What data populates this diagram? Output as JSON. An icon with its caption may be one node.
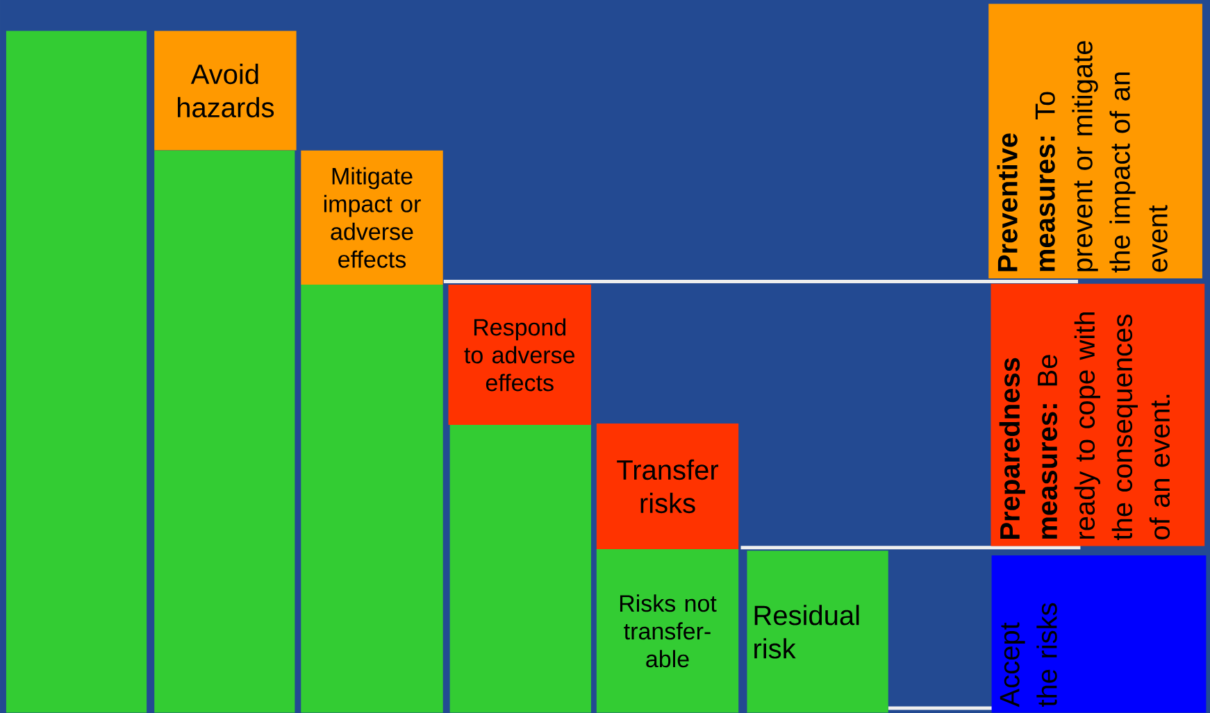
{
  "diagram": {
    "nodes": [
      {
        "text": [],
        "shape": "bar"
      },
      {
        "text": [
          "Avoid hazards"
        ]
      },
      {
        "text": [],
        "shape": "bar"
      },
      {
        "text": [
          "Mitigate impact or adverse effects"
        ]
      },
      {
        "text": [],
        "shape": "bar"
      },
      {
        "text": [
          "Respond to adverse effects"
        ]
      },
      {
        "text": [],
        "shape": "bar"
      },
      {
        "text": [
          "Transfer risks"
        ]
      },
      {
        "text": [
          "Risks not transfer- able"
        ]
      },
      {
        "text": [
          "Residual risk"
        ]
      },
      {
        "text": [
          "**Preventive measures:** To prevent or mitigate the impact of an event"
        ]
      },
      {
        "text": [
          "**Preparedness measures:** Be ready to cope with the consequences of an event."
        ]
      },
      {
        "text": [
          "Accept the risks"
        ]
      }
    ]
  }
}
